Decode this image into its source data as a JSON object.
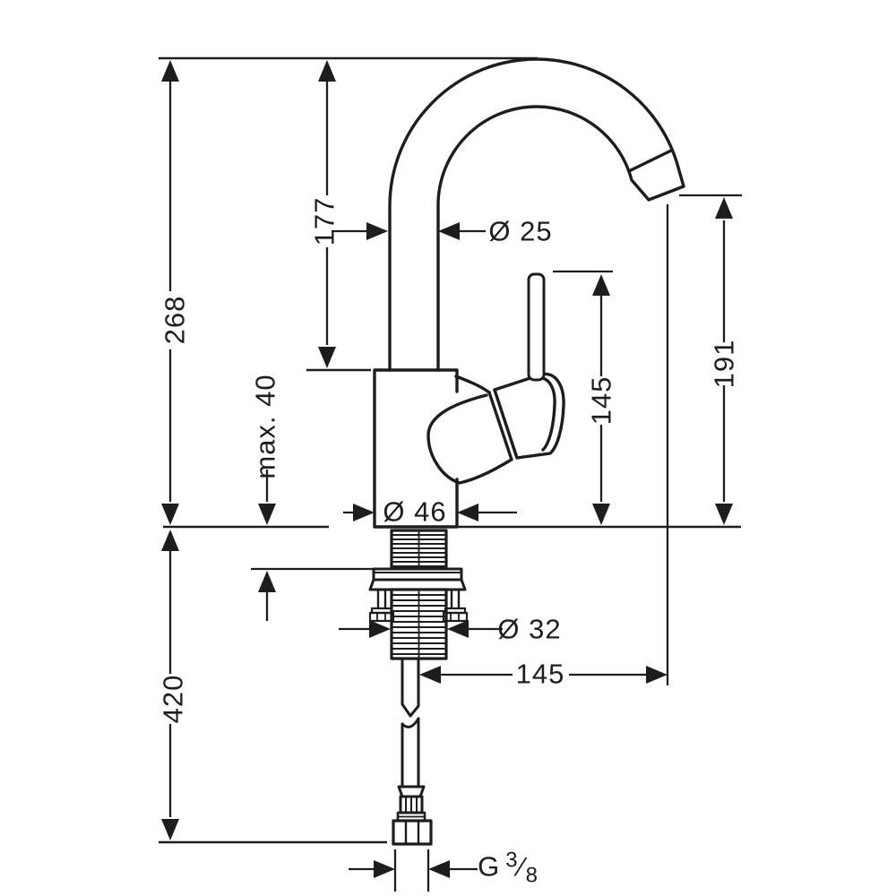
{
  "title": "Single-lever basin mixer — dimensional technical drawing",
  "colors": {
    "line": "#1d1d1b",
    "background": "#ffffff"
  },
  "labels": {
    "overall_height": "268",
    "spout_height": "177",
    "spout_diameter": "Ø 25",
    "max_mounting_thickness": "max. 40",
    "body_diameter": "Ø 46",
    "lever_height": "145",
    "outlet_height": "191",
    "supply_hose_length": "420",
    "shank_diameter": "Ø 32",
    "spout_reach": "145",
    "thread_letter": "G",
    "thread_numerator": "3",
    "thread_denominator": "8"
  }
}
